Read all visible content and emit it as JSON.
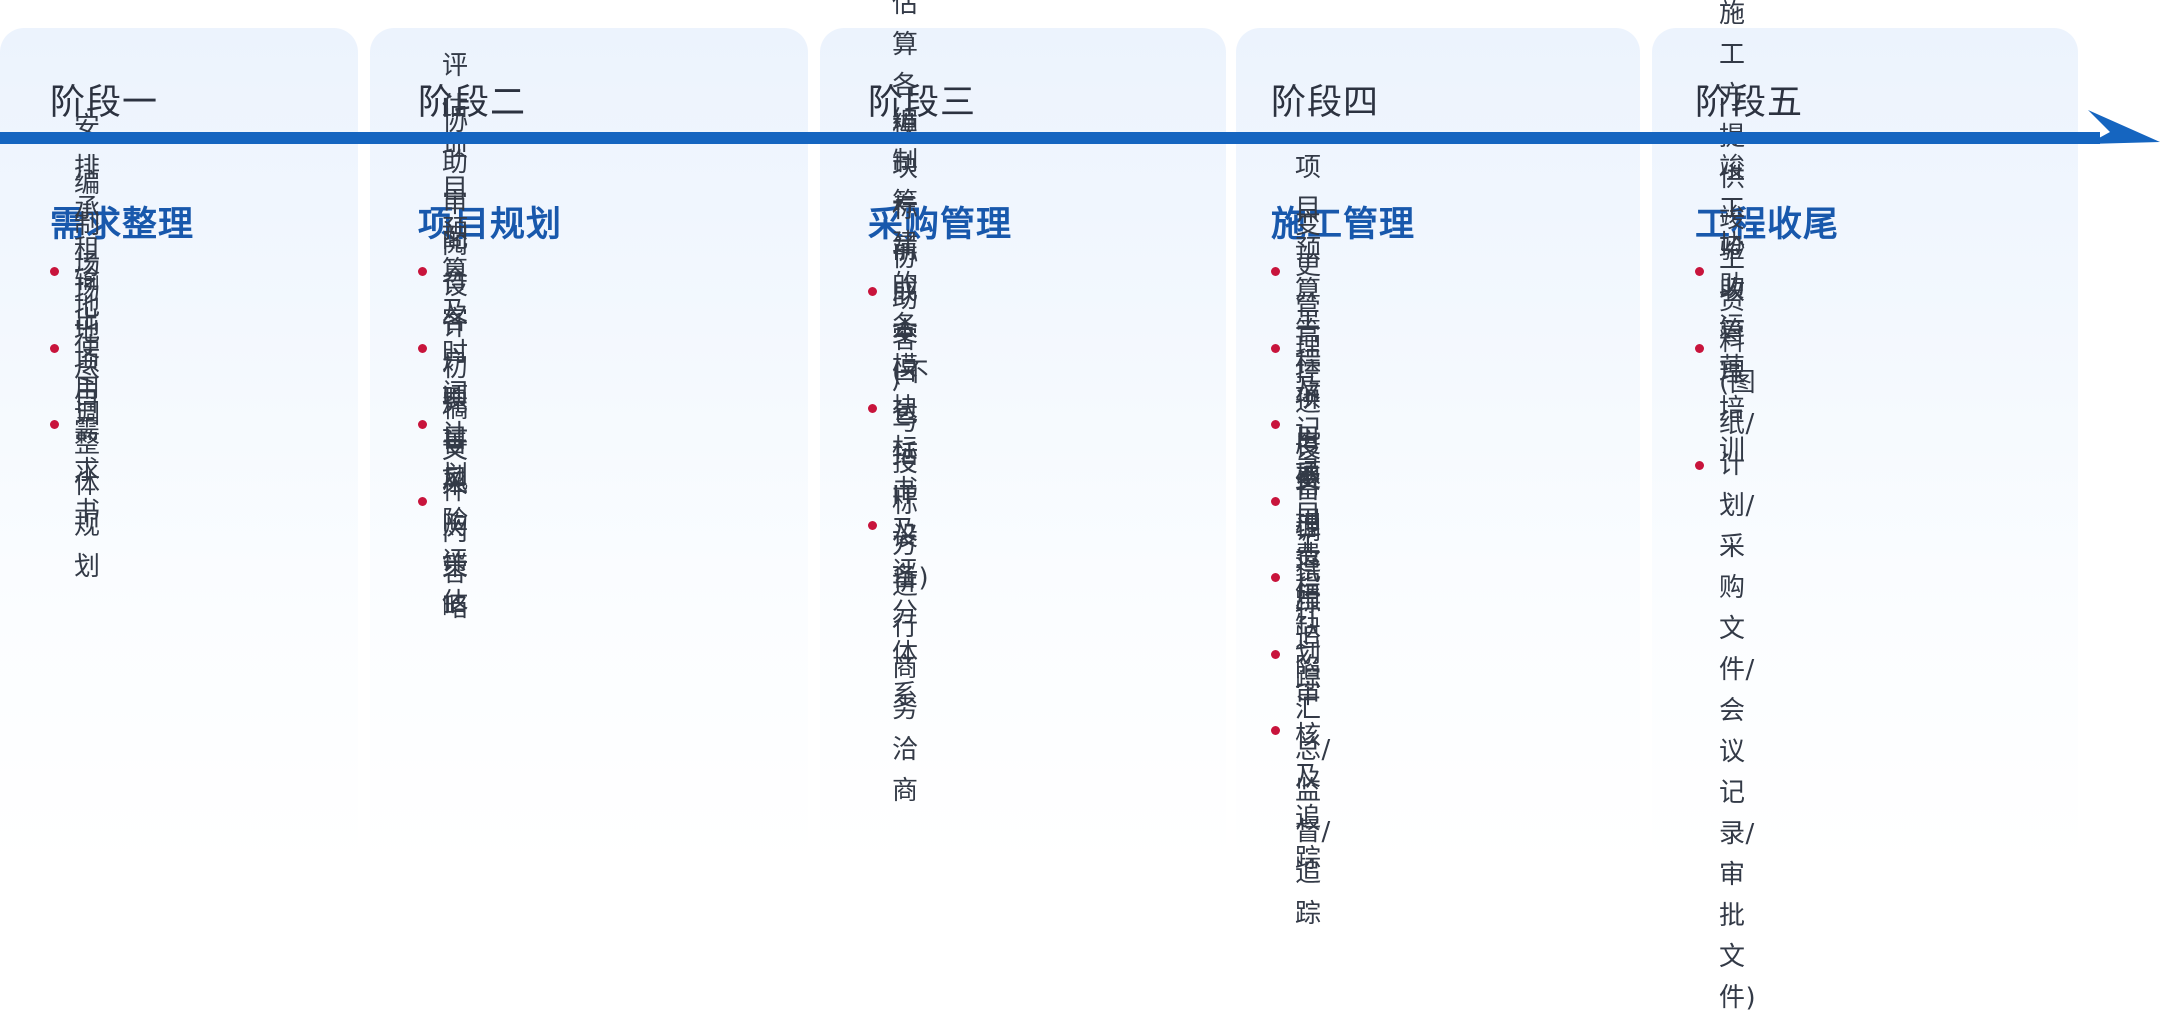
{
  "colors": {
    "accent": "#1565c0",
    "title": "#1858ac",
    "bullet": "#c8143c",
    "text": "#333a47"
  },
  "stages": [
    {
      "label": "阶段一",
      "title": "需求整理",
      "items": [
        "安排承租场地尽调",
        "编制场地使用需求书",
        "输出项目整体规划"
      ]
    },
    {
      "label": "阶段二",
      "title": "项目规划",
      "items": [
        "评估项目预算及时间计划",
        "协助审阅设计初稿文件内容",
        "配合客户完善采购策略",
        "项目风险评估"
      ]
    },
    {
      "label": "阶段三",
      "title": "采购管理",
      "items": [
        "估算各模块标前成本\n(不包括IT设备)",
        "编制筹建的各模块标书\n及评分体系",
        "协助客户与投标方进行\n商务洽商"
      ]
    },
    {
      "label": "阶段四",
      "title": "施工管理",
      "items": [
        "项目预算管控",
        "变更管理及记录",
        "工程进度管理",
        "项目费用追踪",
        "项目费用追踪",
        "设备调试计划审核及追踪",
        "工程缺陷汇总/监督/追踪"
      ]
    },
    {
      "label": "阶段五",
      "title": "工程收尾",
      "items": [
        "竣工验收管理",
        "协助运营培训",
        "协同施工方提供竣工资料\n(图纸/计划/采购文件/会议\n记录/审批文件)"
      ]
    }
  ]
}
